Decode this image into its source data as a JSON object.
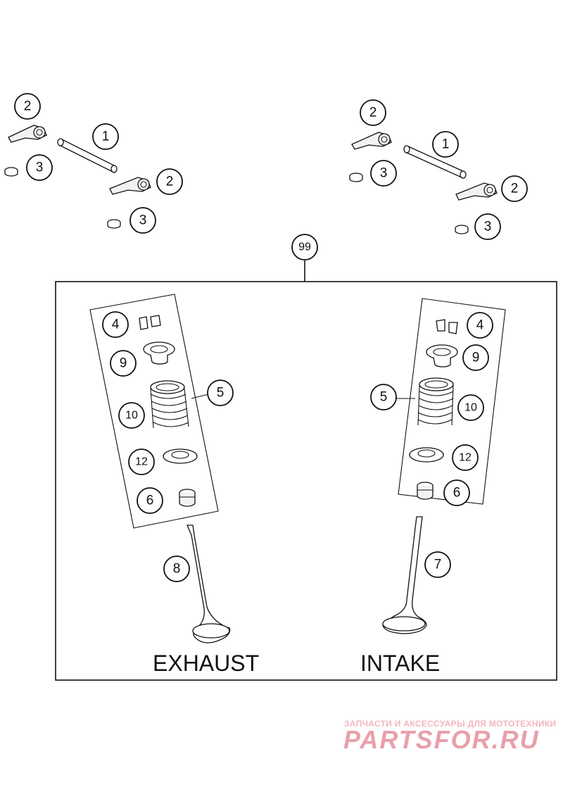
{
  "callouts": {
    "c1a": "1",
    "c2a": "2",
    "c2b": "2",
    "c3a": "3",
    "c3b": "3",
    "c1b": "1",
    "c2c": "2",
    "c2d": "2",
    "c3c": "3",
    "c3d": "3",
    "c99": "99",
    "ex4": "4",
    "ex9": "9",
    "ex5": "5",
    "ex10": "10",
    "ex12": "12",
    "ex6": "6",
    "ex8": "8",
    "in4": "4",
    "in9": "9",
    "in5": "5",
    "in10": "10",
    "in12": "12",
    "in6": "6",
    "in7": "7"
  },
  "labels": {
    "exhaust": "EXHAUST",
    "intake": "INTAKE"
  },
  "watermark": {
    "tagline": "ЗАПЧАСТИ И АКСЕССУАРЫ ДЛЯ МОТОТЕХНИКИ",
    "brand": "PARTSFOR.RU"
  }
}
